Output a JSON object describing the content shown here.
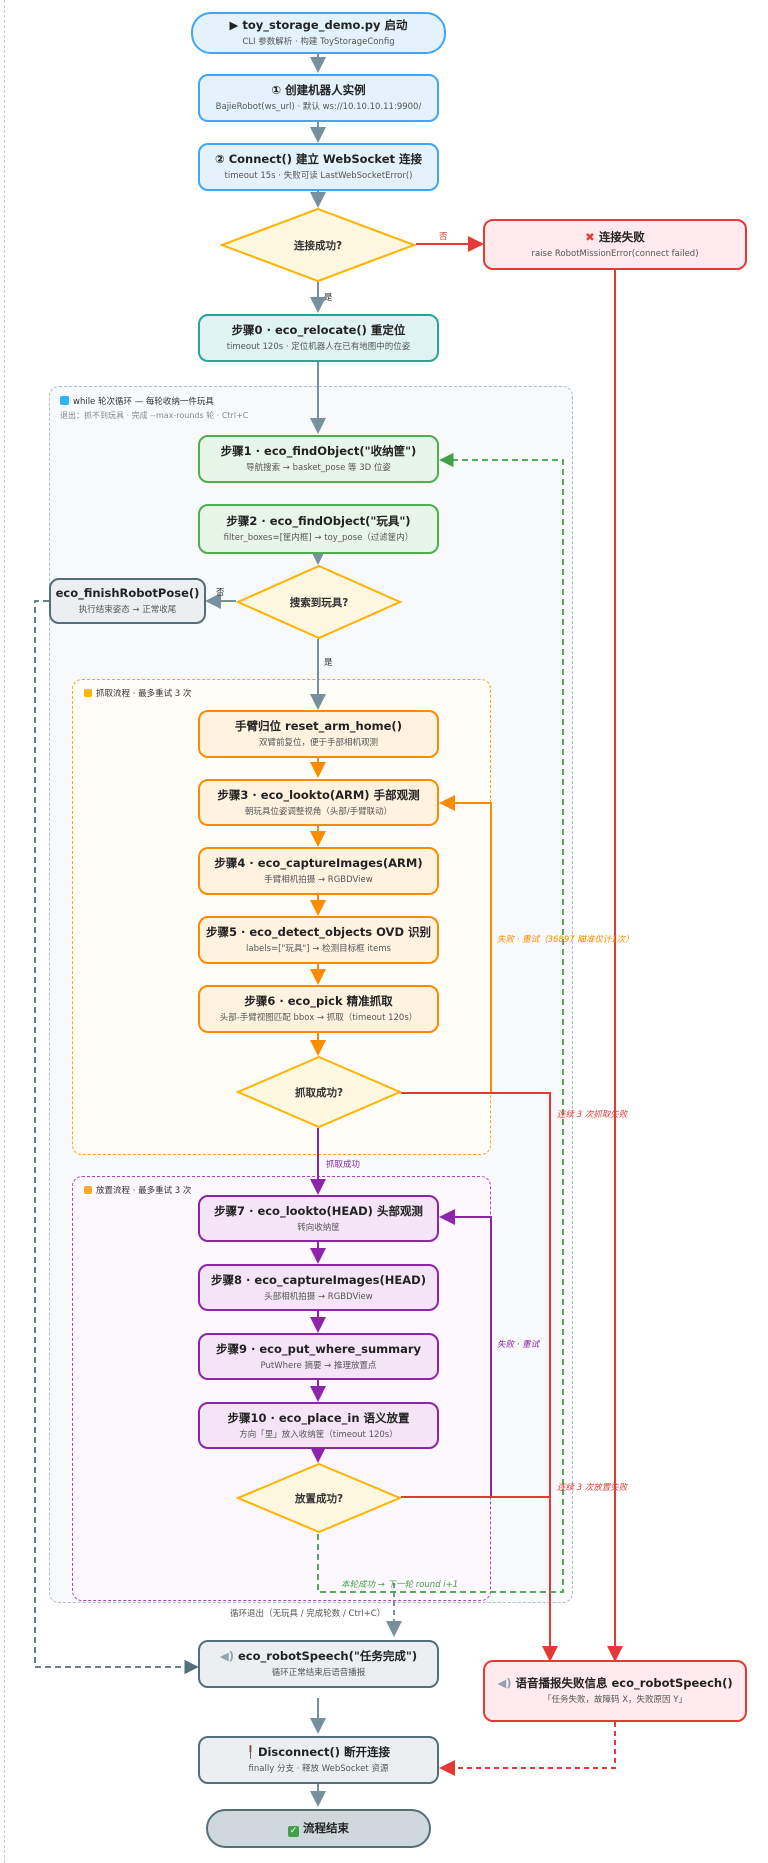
{
  "loop": {
    "label": "while 轮次循环 — 每轮收纳一件玩具",
    "sub": "退出：抓不到玩具 · 完成 --max-rounds 轮 · Ctrl+C"
  },
  "grab_group": {
    "label": "抓取流程 · 最多重试 3 次"
  },
  "place_group": {
    "label": "放置流程 · 最多重试 3 次"
  },
  "nodes": {
    "start": {
      "title": "toy_storage_demo.py 启动",
      "sub": "CLI 参数解析 · 构建 ToyStorageConfig"
    },
    "create": {
      "title": "① 创建机器人实例",
      "sub": "BajieRobot(ws_url) · 默认 ws://10.10.10.11:9900/"
    },
    "connect": {
      "title": "② Connect() 建立 WebSocket 连接",
      "sub": "timeout 15s · 失败可读 LastWebSocketError()"
    },
    "connect_fail": {
      "title": "连接失败",
      "sub": "raise RobotMissionError(connect failed)"
    },
    "relocate": {
      "title": "步骤0 · eco_relocate() 重定位",
      "sub": "timeout 120s · 定位机器人在已有地图中的位姿"
    },
    "find_basket": {
      "title": "步骤1 · eco_findObject(\"收纳筐\")",
      "sub": "导航搜索 → basket_pose 等 3D 位姿"
    },
    "find_toy": {
      "title": "步骤2 · eco_findObject(\"玩具\")",
      "sub": "filter_boxes=[筐内框] → toy_pose（过滤筐内）"
    },
    "finish_pose": {
      "title": "eco_finishRobotPose()",
      "sub": "执行结束姿态 → 正常收尾"
    },
    "arm_home": {
      "title": "手臂归位 reset_arm_home()",
      "sub": "双臂前复位，便于手部相机观测"
    },
    "lookto_arm": {
      "title": "步骤3 · eco_lookto(ARM) 手部观测",
      "sub": "朝玩具位姿调整视角（头部/手臂联动）"
    },
    "capture_arm": {
      "title": "步骤4 · eco_captureImages(ARM)",
      "sub": "手臂相机拍摄 → RGBDView"
    },
    "detect": {
      "title": "步骤5 · eco_detect_objects OVD 识别",
      "sub": "labels=[\"玩具\"] → 检测目标框 items"
    },
    "pick": {
      "title": "步骤6 · eco_pick 精准抓取",
      "sub": "头部-手臂视图匹配 bbox → 抓取（timeout 120s）"
    },
    "lookto_head": {
      "title": "步骤7 · eco_lookto(HEAD) 头部观测",
      "sub": "转向收纳筐"
    },
    "capture_head": {
      "title": "步骤8 · eco_captureImages(HEAD)",
      "sub": "头部相机拍摄 → RGBDView"
    },
    "put_where": {
      "title": "步骤9 · eco_put_where_summary",
      "sub": "PutWhere 摘要 → 推理放置点"
    },
    "place_in": {
      "title": "步骤10 · eco_place_in 语义放置",
      "sub": "方向「里」放入收纳筐（timeout 120s）"
    },
    "speech_done": {
      "title": "eco_robotSpeech(\"任务完成\")",
      "sub": "循环正常结束后语音播报"
    },
    "speech_fail": {
      "title": "语音播报失败信息 eco_robotSpeech()",
      "sub": "「任务失败，故障码 X，失败原因 Y」"
    },
    "disconnect": {
      "title": "Disconnect() 断开连接",
      "sub": "finally 分支 · 释放 WebSocket 资源"
    },
    "end": {
      "title": "流程结束"
    }
  },
  "decisions": {
    "connected": "连接成功?",
    "toy_found": "搜索到玩具?",
    "grab_ok": "抓取成功?",
    "place_ok": "放置成功?"
  },
  "edges": {
    "no": "否",
    "yes": "是",
    "no2": "否",
    "yes2": "是",
    "grab_success": "抓取成功",
    "grab_retry": "失败 · 重试（36897 瞄准仅计1次）",
    "grab_fail3": "连续 3 次抓取失败",
    "place_retry": "失败 · 重试",
    "place_fail3": "连续 3 次放置失败",
    "next_round": "本轮成功 → 下一轮 round i+1",
    "loop_exit": "循环退出（无玩具 / 完成轮数 / Ctrl+C）"
  },
  "icons": {
    "start": "play-icon",
    "fail": "cross-icon",
    "loop": "loop-icon",
    "grab": "lock-icon",
    "place": "box-icon",
    "speech": "speaker-icon",
    "disconnect": "plug-icon",
    "end": "check-icon"
  },
  "colors": {
    "arrow": "#78909c",
    "red": "#e53935",
    "green": "#43a047",
    "orange": "#fb8c00",
    "purple": "#8e24aa",
    "slate": "#546e7a",
    "diamond_fill": "#fff8e1",
    "diamond_stroke": "#ffb300"
  }
}
